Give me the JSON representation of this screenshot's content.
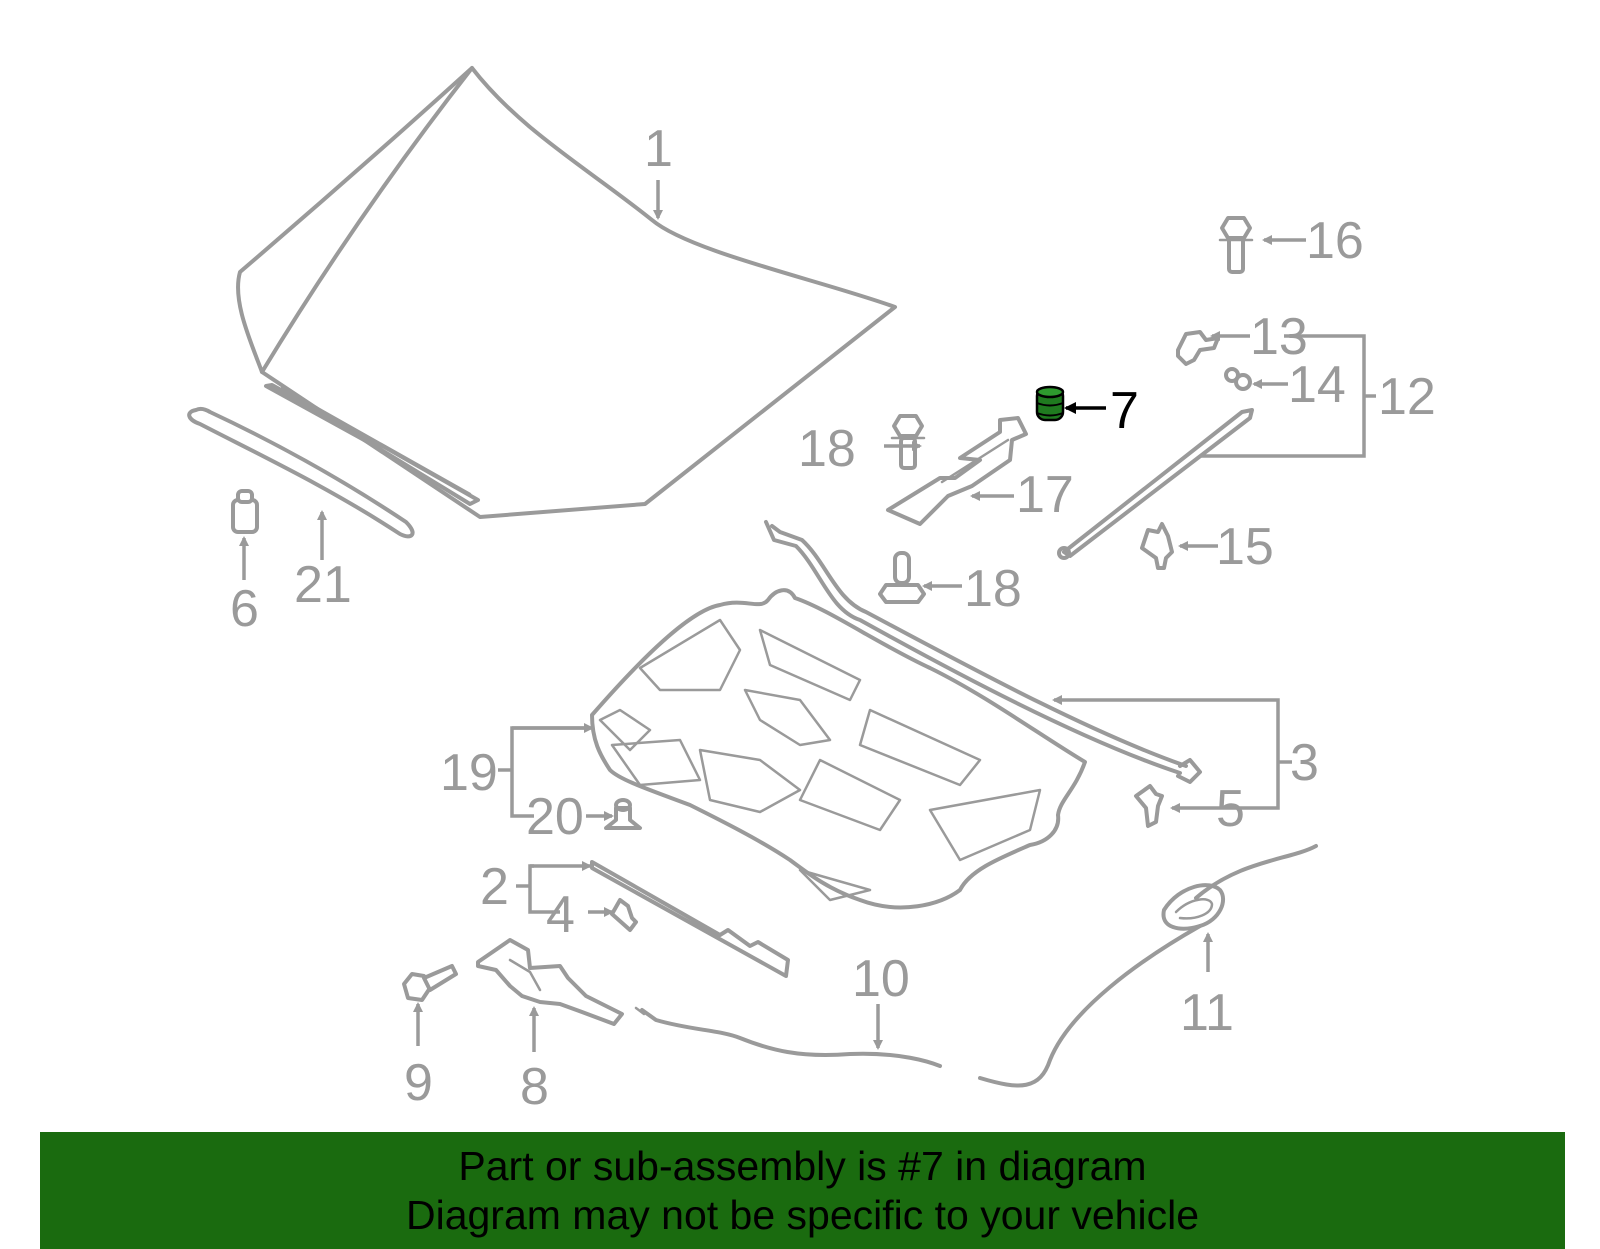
{
  "diagram": {
    "callouts": {
      "c1": "1",
      "c2": "2",
      "c3": "3",
      "c4": "4",
      "c5": "5",
      "c6": "6",
      "c7": "7",
      "c8": "8",
      "c9": "9",
      "c10": "10",
      "c11": "11",
      "c12": "12",
      "c13": "13",
      "c14": "14",
      "c15": "15",
      "c16": "16",
      "c17": "17",
      "c18a": "18",
      "c18b": "18",
      "c19": "19",
      "c20": "20",
      "c21": "21"
    },
    "highlighted_part": "7",
    "colors": {
      "line_art": "#9a9a9a",
      "highlight_fill": "#1f7a1f",
      "banner": "#1a6b0f",
      "highlight_text": "#000000"
    }
  },
  "banner": {
    "line1": "Part or sub-assembly is #7 in diagram",
    "line2": "Diagram may not be specific to your vehicle"
  }
}
